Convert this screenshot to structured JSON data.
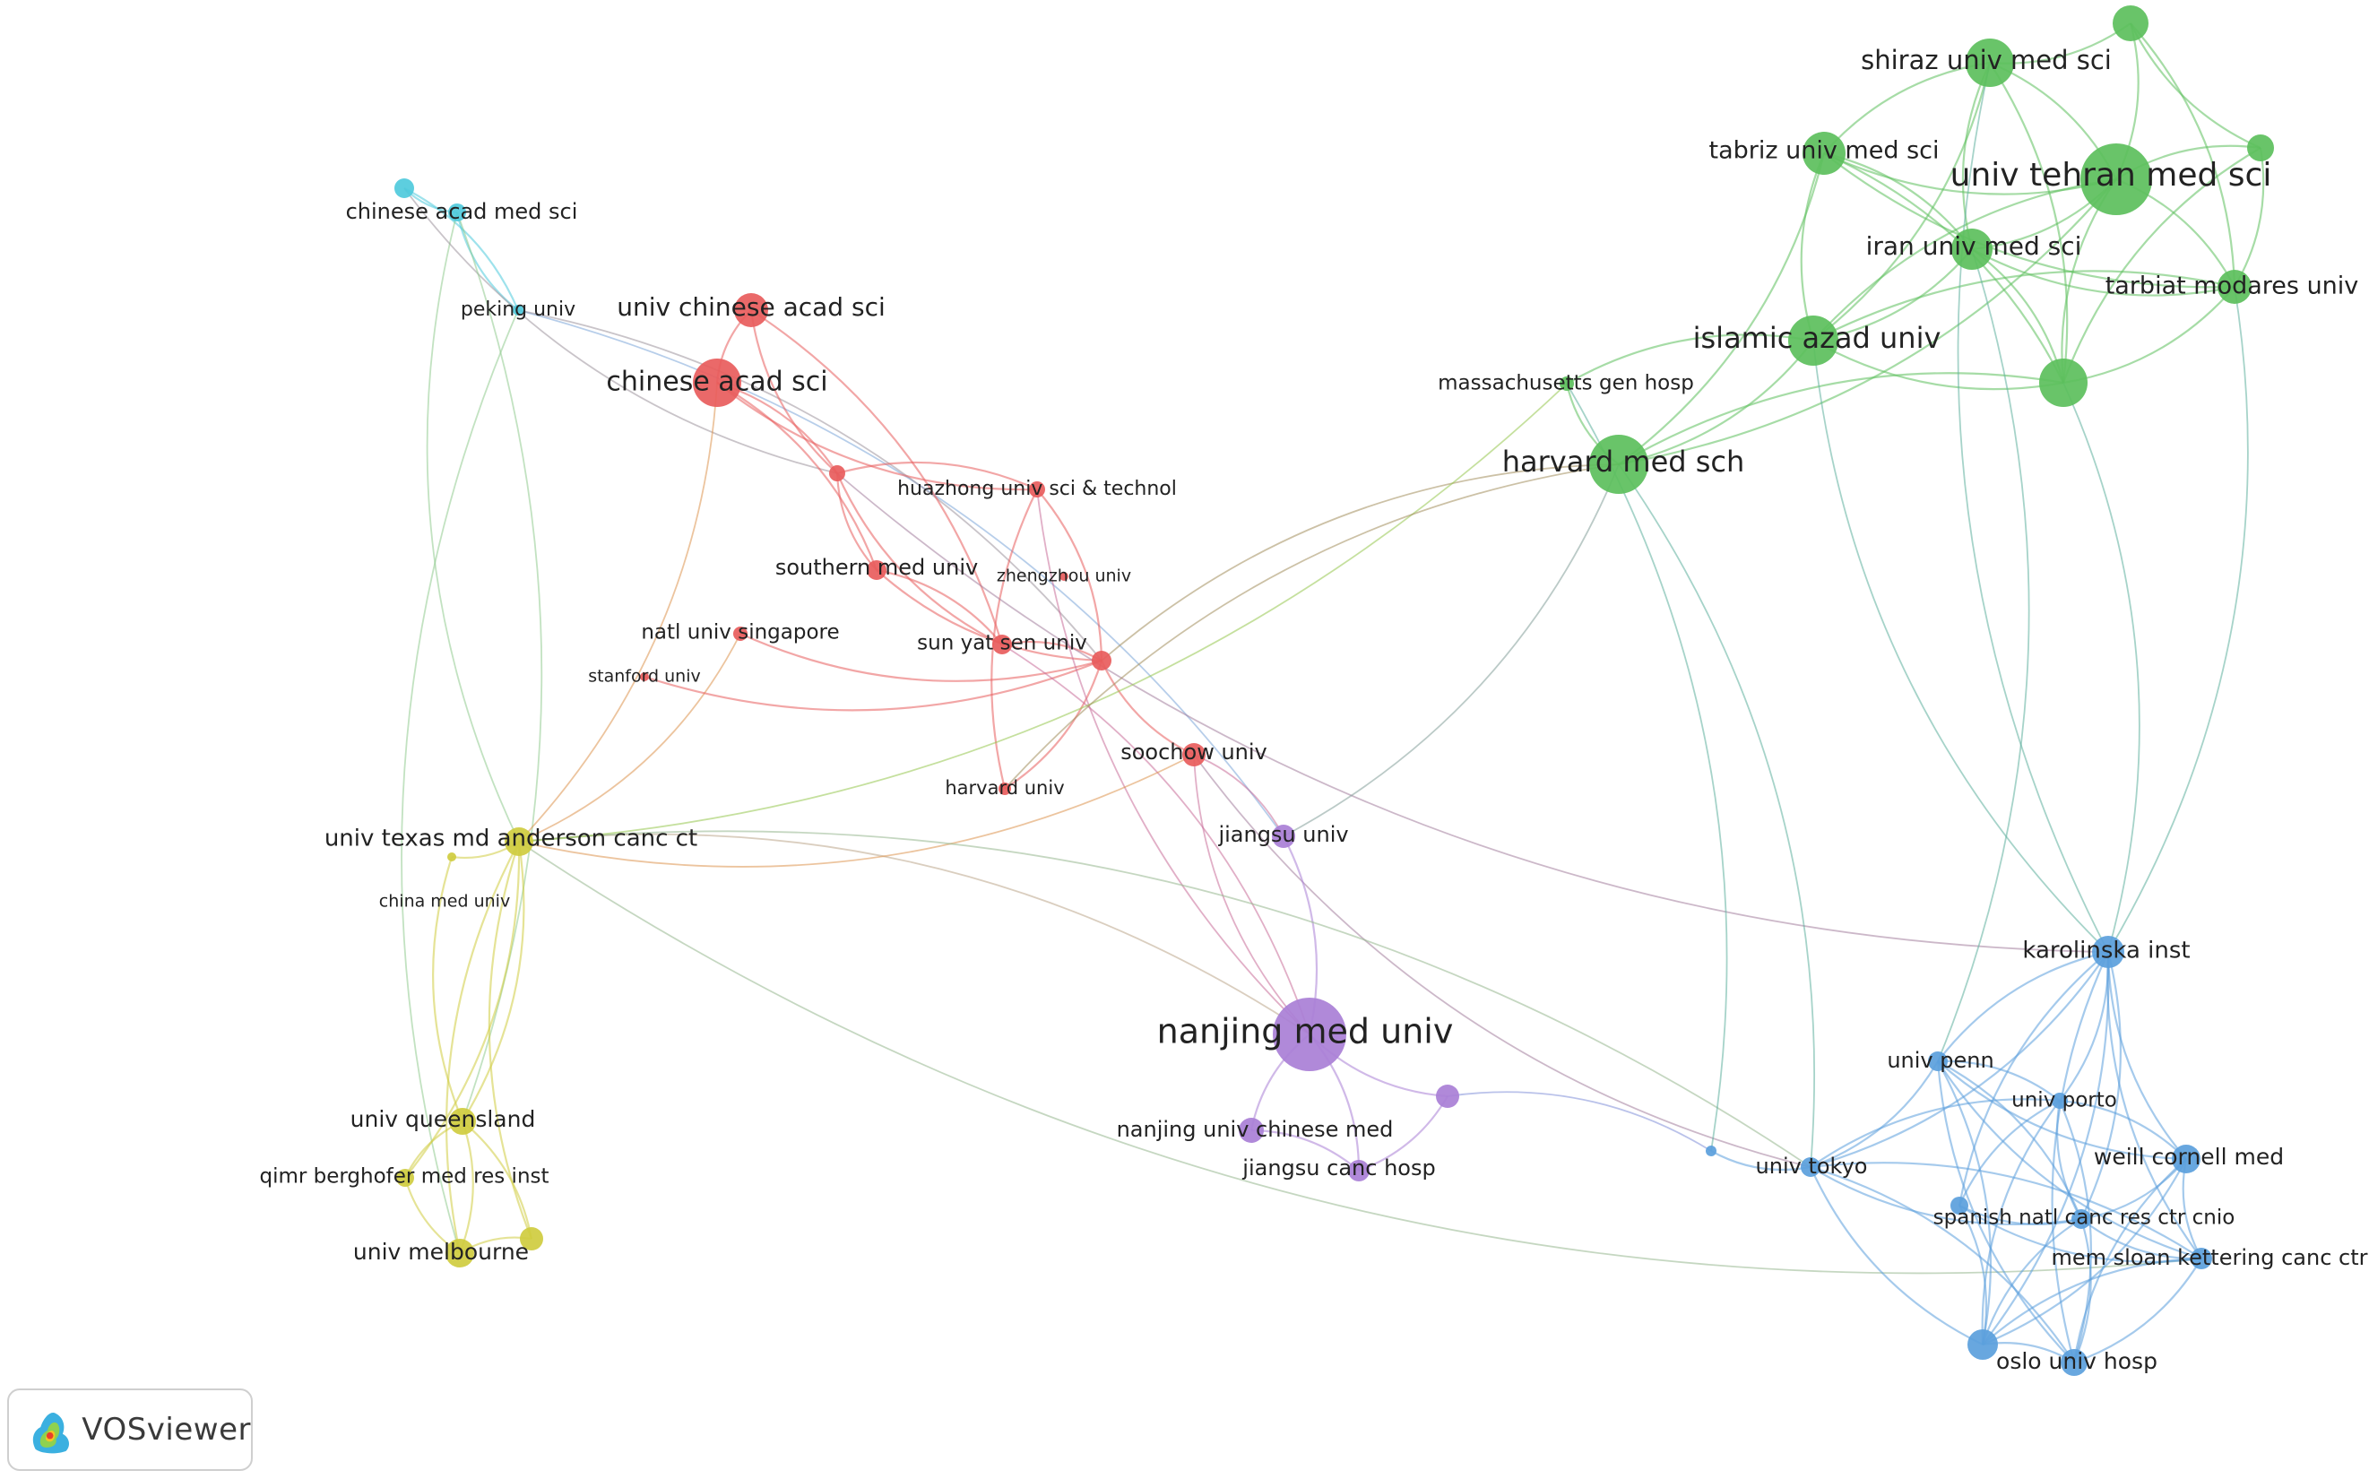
{
  "app": {
    "name": "VOSviewer"
  },
  "colors": {
    "red": "#e85c5c",
    "green": "#5cbf5c",
    "blue": "#5b9fdc",
    "yellow": "#cfcc3f",
    "purple": "#a97fd6",
    "cyan": "#4fcadc"
  },
  "nodes": {
    "chinese_acad_med_sci": "chinese acad med sci",
    "peking_univ": "peking univ",
    "univ_chinese_acad_sci": "univ chinese acad sci",
    "chinese_acad_sci": "chinese acad sci",
    "huazhong_univ": "huazhong univ sci & technol",
    "southern_med_univ": "southern med univ",
    "zhengzhou_univ": "zhengzhou univ",
    "natl_univ_singapore": "natl univ singapore",
    "sun_yat_sen_univ": "sun yat sen univ",
    "stanford_univ": "stanford univ",
    "soochow_univ": "soochow univ",
    "harvard_univ": "harvard univ",
    "jiangsu_univ": "jiangsu univ",
    "univ_texas_md_anderson": "univ texas md anderson canc ct",
    "china_med_univ": "china med univ",
    "nanjing_med_univ": "nanjing med univ",
    "nanjing_univ_chinese_med": "nanjing univ chinese med",
    "jiangsu_canc_hosp": "jiangsu canc hosp",
    "univ_queensland": "univ queensland",
    "qimr_berghofer": "qimr berghofer med res inst",
    "univ_melbourne": "univ melbourne",
    "shiraz_univ_med_sci": "shiraz univ med sci",
    "tabriz_univ_med_sci": "tabriz univ med sci",
    "univ_tehran_med_sci": "univ tehran med sci",
    "iran_univ_med_sci": "iran univ med sci",
    "tarbiat_modares_univ": "tarbiat modares univ",
    "islamic_azad_univ": "islamic azad univ",
    "massachusetts_gen_hosp": "massachusetts gen hosp",
    "harvard_med_sch": "harvard med sch",
    "karolinska_inst": "karolinska inst",
    "univ_penn": "univ penn",
    "univ_porto": "univ porto",
    "univ_tokyo": "univ tokyo",
    "weill_cornell_med": "weill cornell med",
    "spanish_natl_canc": "spanish natl canc res ctr cnio",
    "mem_sloan_kettering": "mem sloan kettering canc ctr",
    "oslo_univ_hosp": "oslo univ hosp"
  }
}
